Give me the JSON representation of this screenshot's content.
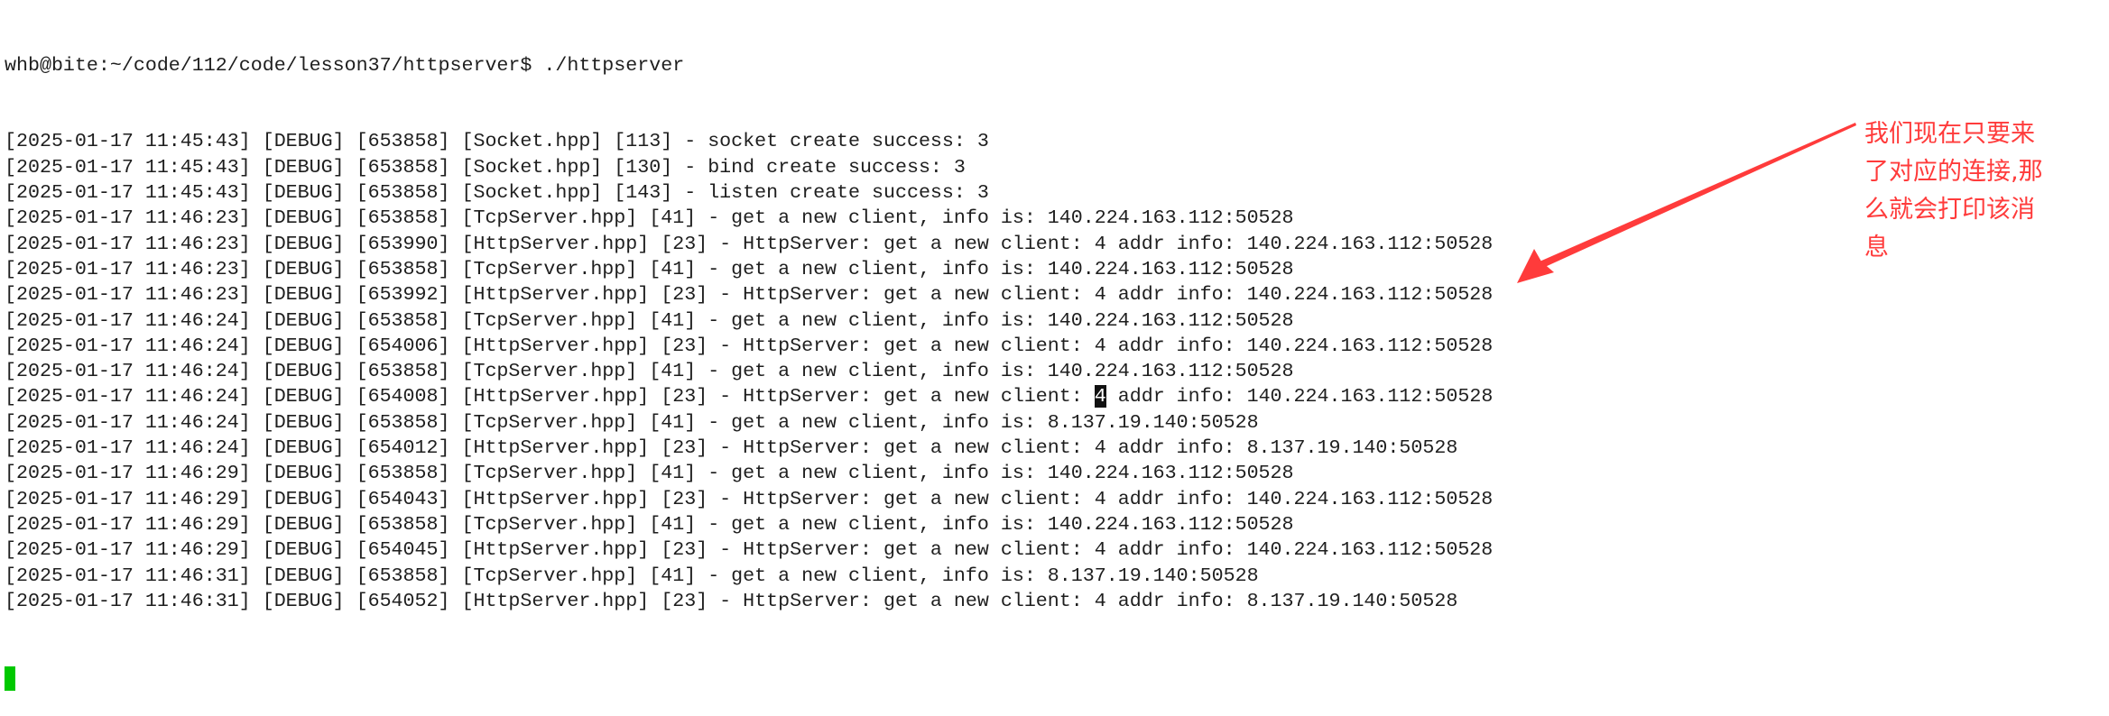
{
  "terminal": {
    "prompt": "whb@bite:~/code/112/code/lesson37/httpserver$ ./httpserver",
    "lines": [
      "[2025-01-17 11:45:43] [DEBUG] [653858] [Socket.hpp] [113] - socket create success: 3",
      "[2025-01-17 11:45:43] [DEBUG] [653858] [Socket.hpp] [130] - bind create success: 3",
      "[2025-01-17 11:45:43] [DEBUG] [653858] [Socket.hpp] [143] - listen create success: 3",
      "[2025-01-17 11:46:23] [DEBUG] [653858] [TcpServer.hpp] [41] - get a new client, info is: 140.224.163.112:50528",
      "[2025-01-17 11:46:23] [DEBUG] [653990] [HttpServer.hpp] [23] - HttpServer: get a new client: 4 addr info: 140.224.163.112:50528",
      "[2025-01-17 11:46:23] [DEBUG] [653858] [TcpServer.hpp] [41] - get a new client, info is: 140.224.163.112:50528",
      "[2025-01-17 11:46:23] [DEBUG] [653992] [HttpServer.hpp] [23] - HttpServer: get a new client: 4 addr info: 140.224.163.112:50528",
      "[2025-01-17 11:46:24] [DEBUG] [653858] [TcpServer.hpp] [41] - get a new client, info is: 140.224.163.112:50528",
      "[2025-01-17 11:46:24] [DEBUG] [654006] [HttpServer.hpp] [23] - HttpServer: get a new client: 4 addr info: 140.224.163.112:50528",
      "[2025-01-17 11:46:24] [DEBUG] [653858] [TcpServer.hpp] [41] - get a new client, info is: 140.224.163.112:50528",
      "[2025-01-17 11:46:24] [DEBUG] [654008] [HttpServer.hpp] [23] - HttpServer: get a new client: ",
      "[2025-01-17 11:46:24] [DEBUG] [653858] [TcpServer.hpp] [41] - get a new client, info is: 8.137.19.140:50528",
      "[2025-01-17 11:46:24] [DEBUG] [654012] [HttpServer.hpp] [23] - HttpServer: get a new client: 4 addr info: 8.137.19.140:50528",
      "[2025-01-17 11:46:29] [DEBUG] [653858] [TcpServer.hpp] [41] - get a new client, info is: 140.224.163.112:50528",
      "[2025-01-17 11:46:29] [DEBUG] [654043] [HttpServer.hpp] [23] - HttpServer: get a new client: 4 addr info: 140.224.163.112:50528",
      "[2025-01-17 11:46:29] [DEBUG] [653858] [TcpServer.hpp] [41] - get a new client, info is: 140.224.163.112:50528",
      "[2025-01-17 11:46:29] [DEBUG] [654045] [HttpServer.hpp] [23] - HttpServer: get a new client: 4 addr info: 140.224.163.112:50528",
      "[2025-01-17 11:46:31] [DEBUG] [653858] [TcpServer.hpp] [41] - get a new client, info is: 8.137.19.140:50528",
      "[2025-01-17 11:46:31] [DEBUG] [654052] [HttpServer.hpp] [23] - HttpServer: get a new client: 4 addr info: 8.137.19.140:50528"
    ],
    "highlight_char": "4",
    "highlight_rest": " addr info: 140.224.163.112:50528",
    "cursor_color": "#00c800"
  },
  "annotation": {
    "text": "我们现在只要来了对应的连接,那么就会打印该消息",
    "color": "#ff3b3b",
    "arrow_icon": "arrow-pointer-icon"
  }
}
